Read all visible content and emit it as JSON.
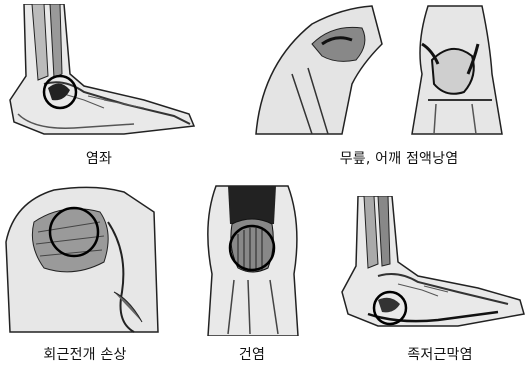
{
  "captions": {
    "bursitis": "염좌",
    "knee_shoulder": "무릎, 어깨 점액낭염",
    "rotator_cuff": "회근전개 손상",
    "tendinitis": "건염",
    "plantar_fasciitis": "족저근막염"
  }
}
